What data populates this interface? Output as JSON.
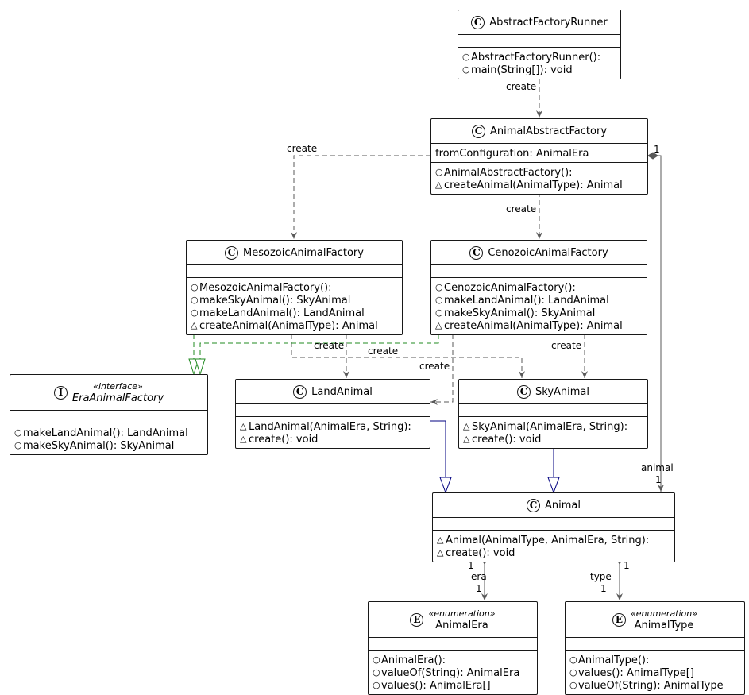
{
  "labels": {
    "create": "create",
    "one": "1",
    "animal": "animal",
    "era": "era",
    "type": "type"
  },
  "classes": {
    "runner": {
      "badge": "C",
      "name": "AbstractFactoryRunner",
      "fields": [],
      "methods": [
        {
          "vis": "○",
          "text": "AbstractFactoryRunner():"
        },
        {
          "vis": "○",
          "text": "main(String[]): void"
        }
      ]
    },
    "abstractFactory": {
      "badge": "C",
      "name": "AnimalAbstractFactory",
      "fields": [
        {
          "vis": "",
          "text": "fromConfiguration: AnimalEra"
        }
      ],
      "methods": [
        {
          "vis": "○",
          "text": "AnimalAbstractFactory():"
        },
        {
          "vis": "△",
          "text": "createAnimal(AnimalType): Animal"
        }
      ]
    },
    "mesozoic": {
      "badge": "C",
      "name": "MesozoicAnimalFactory",
      "fields": [],
      "methods": [
        {
          "vis": "○",
          "text": "MesozoicAnimalFactory():"
        },
        {
          "vis": "○",
          "text": "makeSkyAnimal(): SkyAnimal"
        },
        {
          "vis": "○",
          "text": "makeLandAnimal(): LandAnimal"
        },
        {
          "vis": "△",
          "text": "createAnimal(AnimalType): Animal"
        }
      ]
    },
    "cenozoic": {
      "badge": "C",
      "name": "CenozoicAnimalFactory",
      "fields": [],
      "methods": [
        {
          "vis": "○",
          "text": "CenozoicAnimalFactory():"
        },
        {
          "vis": "○",
          "text": "makeLandAnimal(): LandAnimal"
        },
        {
          "vis": "○",
          "text": "makeSkyAnimal(): SkyAnimal"
        },
        {
          "vis": "△",
          "text": "createAnimal(AnimalType): Animal"
        }
      ]
    },
    "eraFactory": {
      "badge": "I",
      "stereotype": "«interface»",
      "name": "EraAnimalFactory",
      "fields": [],
      "methods": [
        {
          "vis": "○",
          "text": "makeLandAnimal(): LandAnimal"
        },
        {
          "vis": "○",
          "text": "makeSkyAnimal(): SkyAnimal"
        }
      ]
    },
    "land": {
      "badge": "C",
      "name": "LandAnimal",
      "fields": [],
      "methods": [
        {
          "vis": "△",
          "text": "LandAnimal(AnimalEra, String):"
        },
        {
          "vis": "△",
          "text": "create(): void"
        }
      ]
    },
    "sky": {
      "badge": "C",
      "name": "SkyAnimal",
      "fields": [],
      "methods": [
        {
          "vis": "△",
          "text": "SkyAnimal(AnimalEra, String):"
        },
        {
          "vis": "△",
          "text": "create(): void"
        }
      ]
    },
    "animal": {
      "badge": "C",
      "name": "Animal",
      "fields": [],
      "methods": [
        {
          "vis": "△",
          "text": "Animal(AnimalType, AnimalEra, String):"
        },
        {
          "vis": "△",
          "text": "create(): void"
        }
      ]
    },
    "era": {
      "badge": "E",
      "stereotype": "«enumeration»",
      "name": "AnimalEra",
      "fields": [],
      "methods": [
        {
          "vis": "○",
          "text": "AnimalEra():"
        },
        {
          "vis": "○",
          "text": "valueOf(String): AnimalEra"
        },
        {
          "vis": "○",
          "text": "values(): AnimalEra[]"
        }
      ]
    },
    "type": {
      "badge": "E",
      "stereotype": "«enumeration»",
      "name": "AnimalType",
      "fields": [],
      "methods": [
        {
          "vis": "○",
          "text": "AnimalType():"
        },
        {
          "vis": "○",
          "text": "values(): AnimalType[]"
        },
        {
          "vis": "○",
          "text": "valueOf(String): AnimalType"
        }
      ]
    }
  },
  "colors": {
    "dependency": "#595959",
    "realization": "#228b22",
    "generalization": "#000080",
    "border": "#181818"
  }
}
